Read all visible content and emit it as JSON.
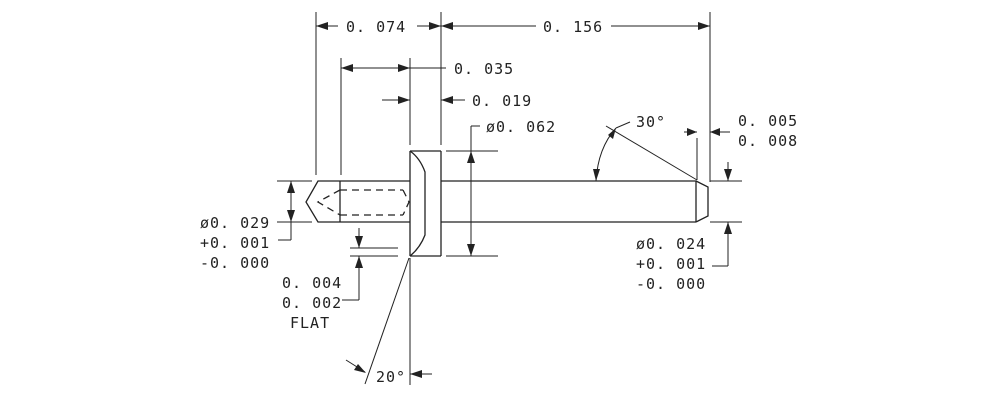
{
  "dimensions": {
    "overall_left": "0. 074",
    "overall_right": "0. 156",
    "head_to_shoulder": "0. 035",
    "head_thickness": "0. 019",
    "head_diameter": "ø0. 062",
    "chamfer_angle": "30°",
    "chamfer_min": "0. 005",
    "chamfer_max": "0. 008",
    "left_diameter": "ø0. 029",
    "left_tol_plus": "+0. 001",
    "left_tol_minus": "-0. 000",
    "right_diameter": "ø0. 024",
    "right_tol_plus": "+0. 001",
    "right_tol_minus": "-0. 000",
    "flat_max": "0. 004",
    "flat_min": "0. 002",
    "flat_label": "FLAT",
    "underhead_angle": "20°"
  }
}
